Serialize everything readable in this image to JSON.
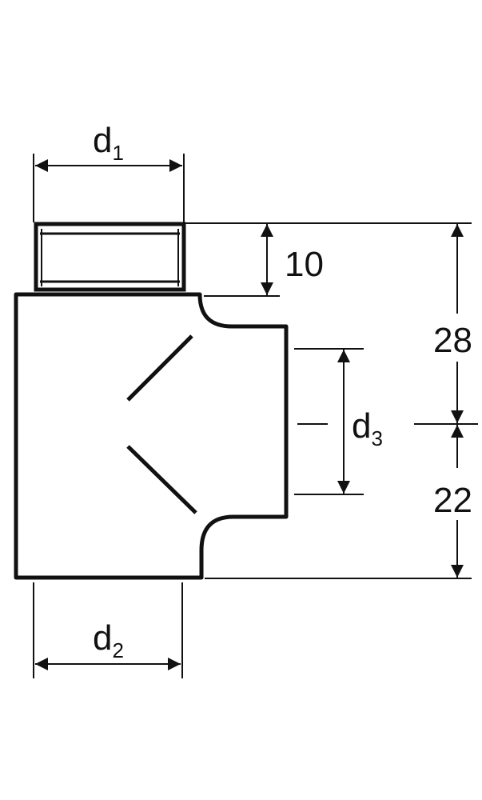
{
  "dimensions": {
    "d1": {
      "letter": "d",
      "index": "1"
    },
    "d2": {
      "letter": "d",
      "index": "2"
    },
    "d3": {
      "letter": "d",
      "index": "3"
    },
    "thread_length": "10",
    "upper_height": "28",
    "lower_height": "22"
  },
  "colors": {
    "stroke": "#111111",
    "background": "#ffffff"
  }
}
